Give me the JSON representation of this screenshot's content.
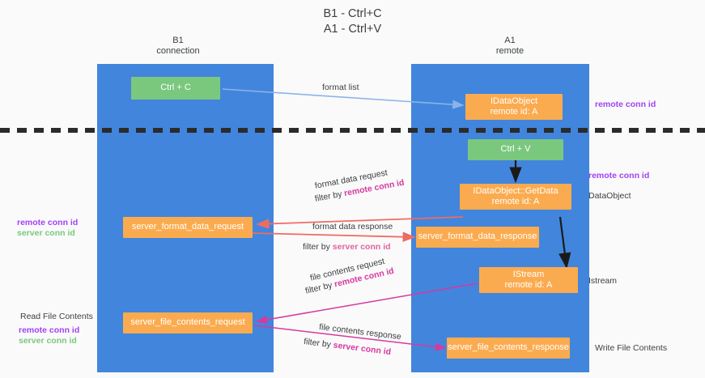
{
  "title": {
    "line1": "B1 - Ctrl+C",
    "line2": "A1 - Ctrl+V"
  },
  "columns": [
    {
      "name": "B1",
      "sub": "connection"
    },
    {
      "name": "A1",
      "sub": "remote"
    }
  ],
  "colors": {
    "lane": "#4285dd",
    "green_box": "#7ac87e",
    "orange_box": "#fbab4f",
    "remote_conn_id": "#a142f4",
    "server_conn_id": "#7ac87e",
    "divider": "#2b2b2b",
    "arrow_blue": "#8ab4e8",
    "arrow_red": "#ef6c63",
    "arrow_magenta": "#d6399f",
    "arrow_black": "#1a1a1a",
    "background": "#fafafa"
  },
  "boxes": {
    "ctrl_c": "Ctrl + C",
    "ctrl_v": "Ctrl + V",
    "register_idataobject_l1": "IDataObject",
    "register_idataobject_l2": "remote id: A",
    "getdata_l1": "IDataObject::GetData",
    "getdata_l2": "remote id: A",
    "istream_l1": "IStream",
    "istream_l2": "remote id: A",
    "server_format_data_request": "server_format_data_request",
    "server_format_data_response": "server_format_data_response",
    "server_file_contents_request": "server_file_contents_request",
    "server_file_contents_response": "server_file_contents_response"
  },
  "arrow_labels": {
    "format_list": "format list",
    "format_data_request": "format data request",
    "format_data_request_filter_prefix": "filter by ",
    "format_data_request_filter_key": "remote conn id",
    "format_data_response": "format data response",
    "format_data_response_filter_prefix": "filter by ",
    "format_data_response_filter_key": "server conn id",
    "file_contents_request": "file contents request",
    "file_contents_request_filter_prefix": "filter by ",
    "file_contents_request_filter_key": "remote conn id",
    "file_contents_response": "file contents response",
    "file_contents_response_filter_prefix": "filter by ",
    "file_contents_response_filter_key": "server conn id"
  },
  "side_labels": {
    "right_remote_conn_id_top": "remote conn id",
    "right_remote_conn_id_mid": "remote conn id",
    "right_dataobject": "DataObject",
    "right_istream": "Istream",
    "right_write_file_contents": "Write File Contents",
    "left_remote_conn_id_mid": "remote conn id",
    "left_server_conn_id_mid": "server conn id",
    "left_read_file_contents": "Read File Contents",
    "left_remote_conn_id_bottom": "remote conn id",
    "left_server_conn_id_bottom": "server conn id"
  }
}
